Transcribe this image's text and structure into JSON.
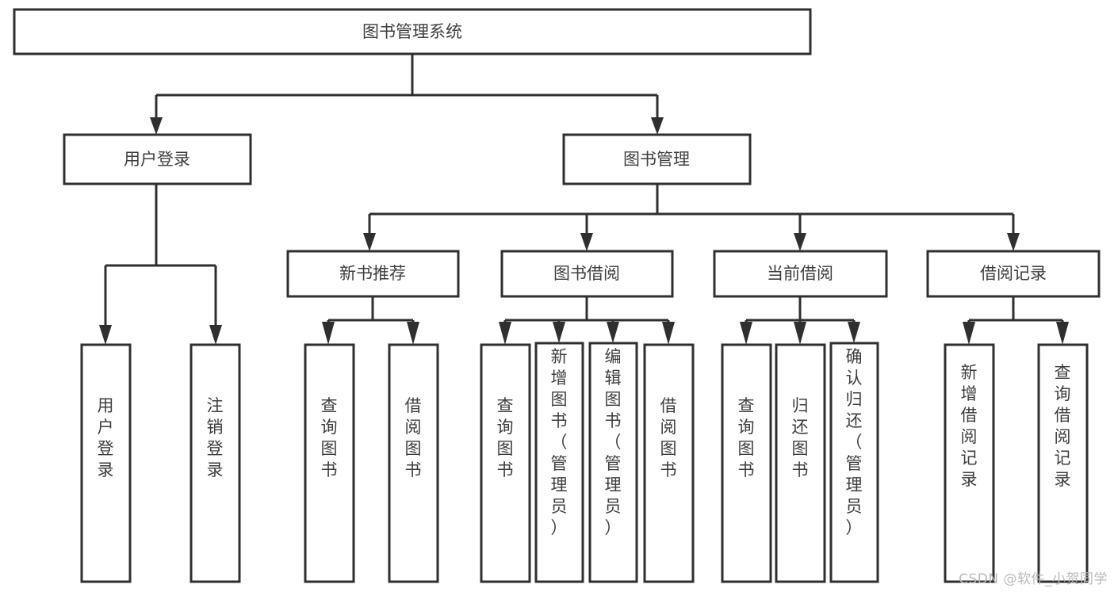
{
  "diagram": {
    "title": "图书管理系统",
    "watermark": "CSDN @软件_小贺同学",
    "colors": {
      "box_stroke": "#2f2f2f",
      "box_fill": "#ffffff",
      "text": "#3d3d3d",
      "watermark": "#b9b9b9"
    },
    "root": {
      "label": "图书管理系统"
    },
    "level2": [
      {
        "label": "用户登录"
      },
      {
        "label": "图书管理"
      }
    ],
    "level3": [
      {
        "label": "新书推荐"
      },
      {
        "label": "图书借阅"
      },
      {
        "label": "当前借阅"
      },
      {
        "label": "借阅记录"
      }
    ],
    "leaves": {
      "user_login": [
        {
          "label": "用户登录"
        },
        {
          "label": "注销登录"
        }
      ],
      "new_book_recommend": [
        {
          "label": "查询图书"
        },
        {
          "label": "借阅图书"
        }
      ],
      "book_borrow": [
        {
          "label": "查询图书"
        },
        {
          "label": "新增图书（管理员）"
        },
        {
          "label": "编辑图书（管理员）"
        },
        {
          "label": "借阅图书"
        }
      ],
      "current_borrow": [
        {
          "label": "查询图书"
        },
        {
          "label": "归还图书"
        },
        {
          "label": "确认归还（管理员）"
        }
      ],
      "borrow_record": [
        {
          "label": "新增借阅记录"
        },
        {
          "label": "查询借阅记录"
        }
      ]
    }
  }
}
